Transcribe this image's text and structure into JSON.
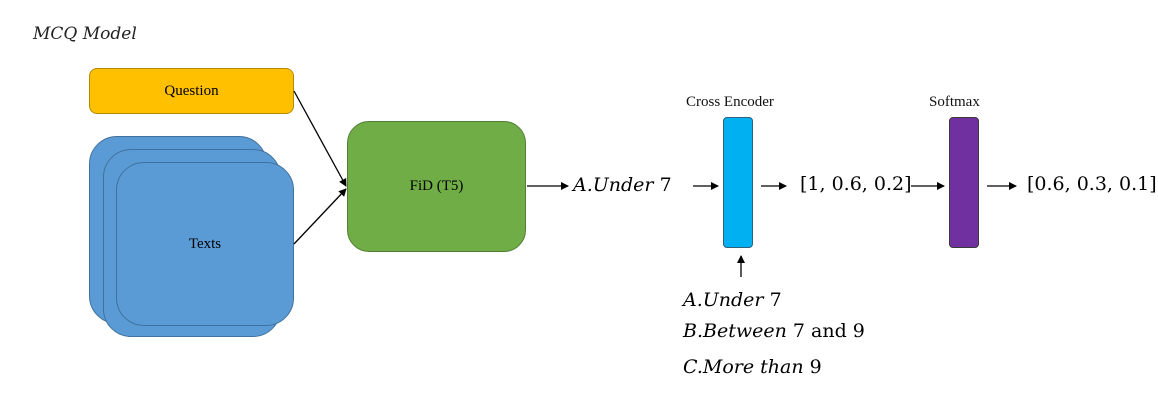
{
  "title": "MCQ Model",
  "nodes": {
    "question": "Question",
    "texts": "Texts",
    "fid": "FiD (T5)"
  },
  "labels": {
    "cross_encoder": "Cross Encoder",
    "softmax": "Softmax"
  },
  "fid_output": {
    "letter": "A.",
    "text": "Under",
    "num": "7"
  },
  "cross_encoder_output": "[1, 0.6, 0.2]",
  "softmax_output": "[0.6, 0.3, 0.1]",
  "options": [
    {
      "letter": "A.",
      "text": "Under",
      "tail": "7"
    },
    {
      "letter": "B.",
      "text": "Between",
      "tail": "7 and 9"
    },
    {
      "letter": "C.",
      "text": "More than",
      "tail": "9"
    }
  ],
  "colors": {
    "question": "#ffc000",
    "texts": "#5b9bd5",
    "fid": "#70ad47",
    "cross_encoder": "#00b0f0",
    "softmax": "#7030a0"
  }
}
